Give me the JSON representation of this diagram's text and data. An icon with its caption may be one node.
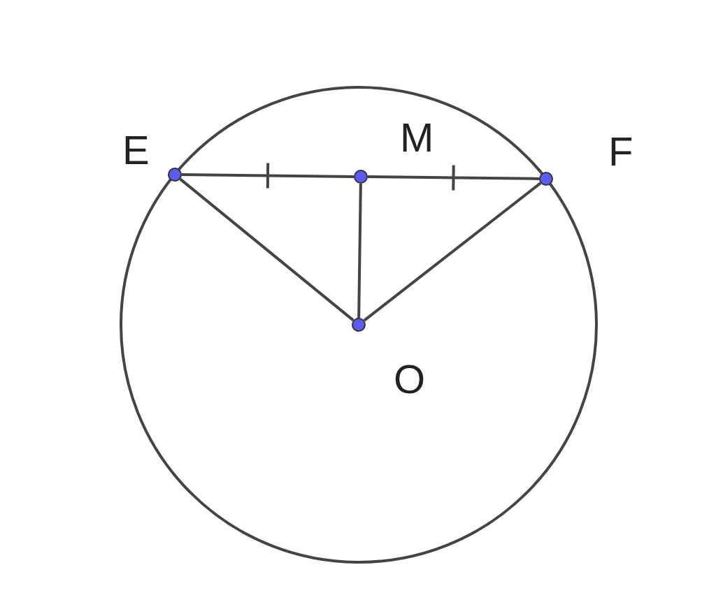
{
  "diagram": {
    "nodes": [
      {
        "text": [
          "E"
        ]
      },
      {
        "text": [
          "M"
        ]
      },
      {
        "text": [
          "F"
        ]
      },
      {
        "text": [
          "O"
        ]
      }
    ],
    "edges": [
      {
        "from": 0,
        "to": 1,
        "arrow": "none"
      },
      {
        "from": 1,
        "to": 2,
        "arrow": "none"
      },
      {
        "from": 0,
        "to": 3,
        "arrow": "none"
      },
      {
        "from": 1,
        "to": 3,
        "arrow": "none"
      },
      {
        "from": 2,
        "to": 3,
        "arrow": "none"
      }
    ]
  }
}
